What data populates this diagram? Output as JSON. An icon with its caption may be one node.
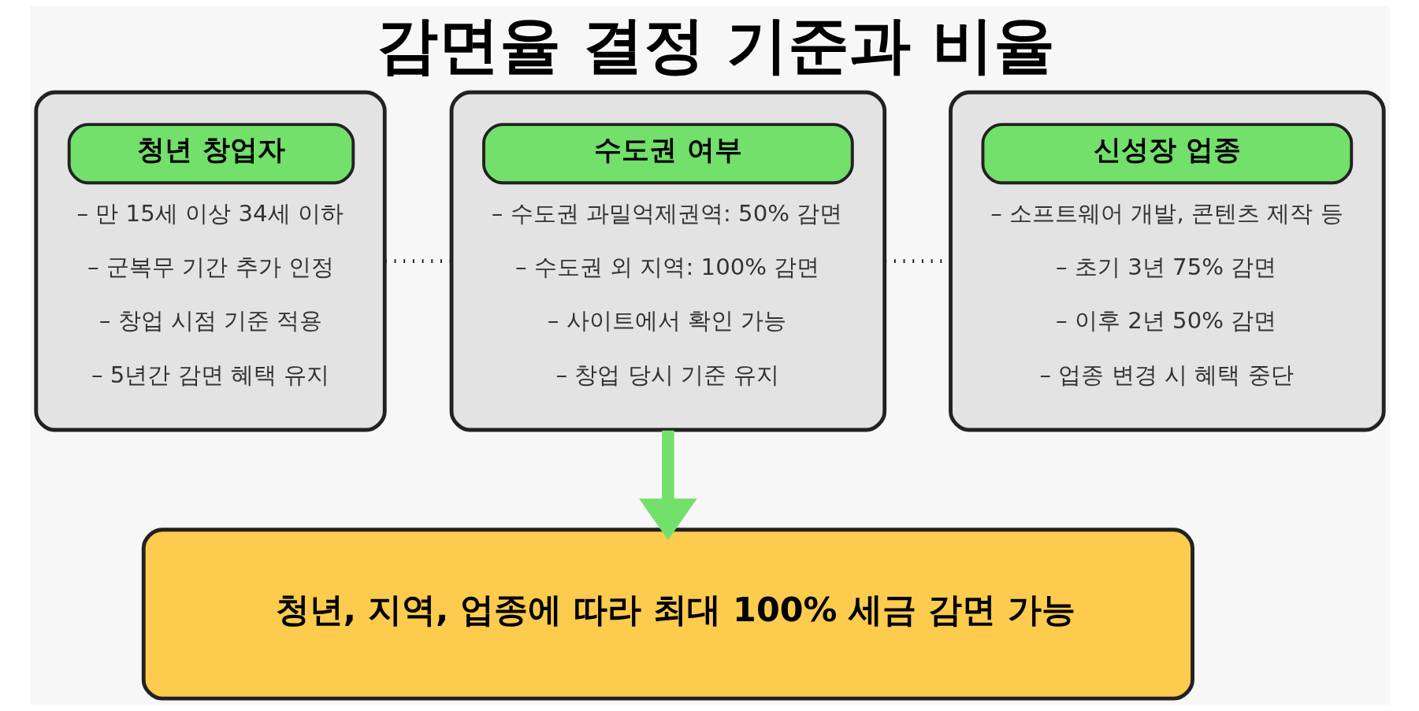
{
  "diagram": {
    "title": "감면율 결정 기준과 비율",
    "nodes": [
      {
        "text": [
          "청년 창업자",
          "– 만 15세 이상 34세 이하",
          "– 군복무 기간 추가 인정",
          "– 창업 시점 기준 적용",
          "– 5년간 감면 혜택 유지"
        ]
      },
      {
        "text": [
          "수도권 여부",
          "– 수도권 과밀억제권역: 50% 감면",
          "– 수도권 외 지역: 100% 감면",
          "– 사이트에서 확인 가능",
          "– 창업 당시 기준 유지"
        ]
      },
      {
        "text": [
          "신성장 업종",
          "– 소프트웨어 개발, 콘텐츠 제작 등",
          "– 초기 3년 75% 감면",
          "– 이후 2년 50% 감면",
          "– 업종 변경 시 혜택 중단"
        ]
      },
      {
        "text": [
          "청년, 지역, 업종에 따라 최대 100% 세금 감면 가능"
        ]
      }
    ],
    "edges": [
      {
        "from": 0,
        "to": 1,
        "arrow": "none",
        "style": "dashed"
      },
      {
        "from": 1,
        "to": 2,
        "arrow": "none",
        "style": "dashed"
      },
      {
        "from": 1,
        "to": 3,
        "arrow": "to",
        "style": "thick",
        "color": "#72e06a"
      }
    ]
  }
}
